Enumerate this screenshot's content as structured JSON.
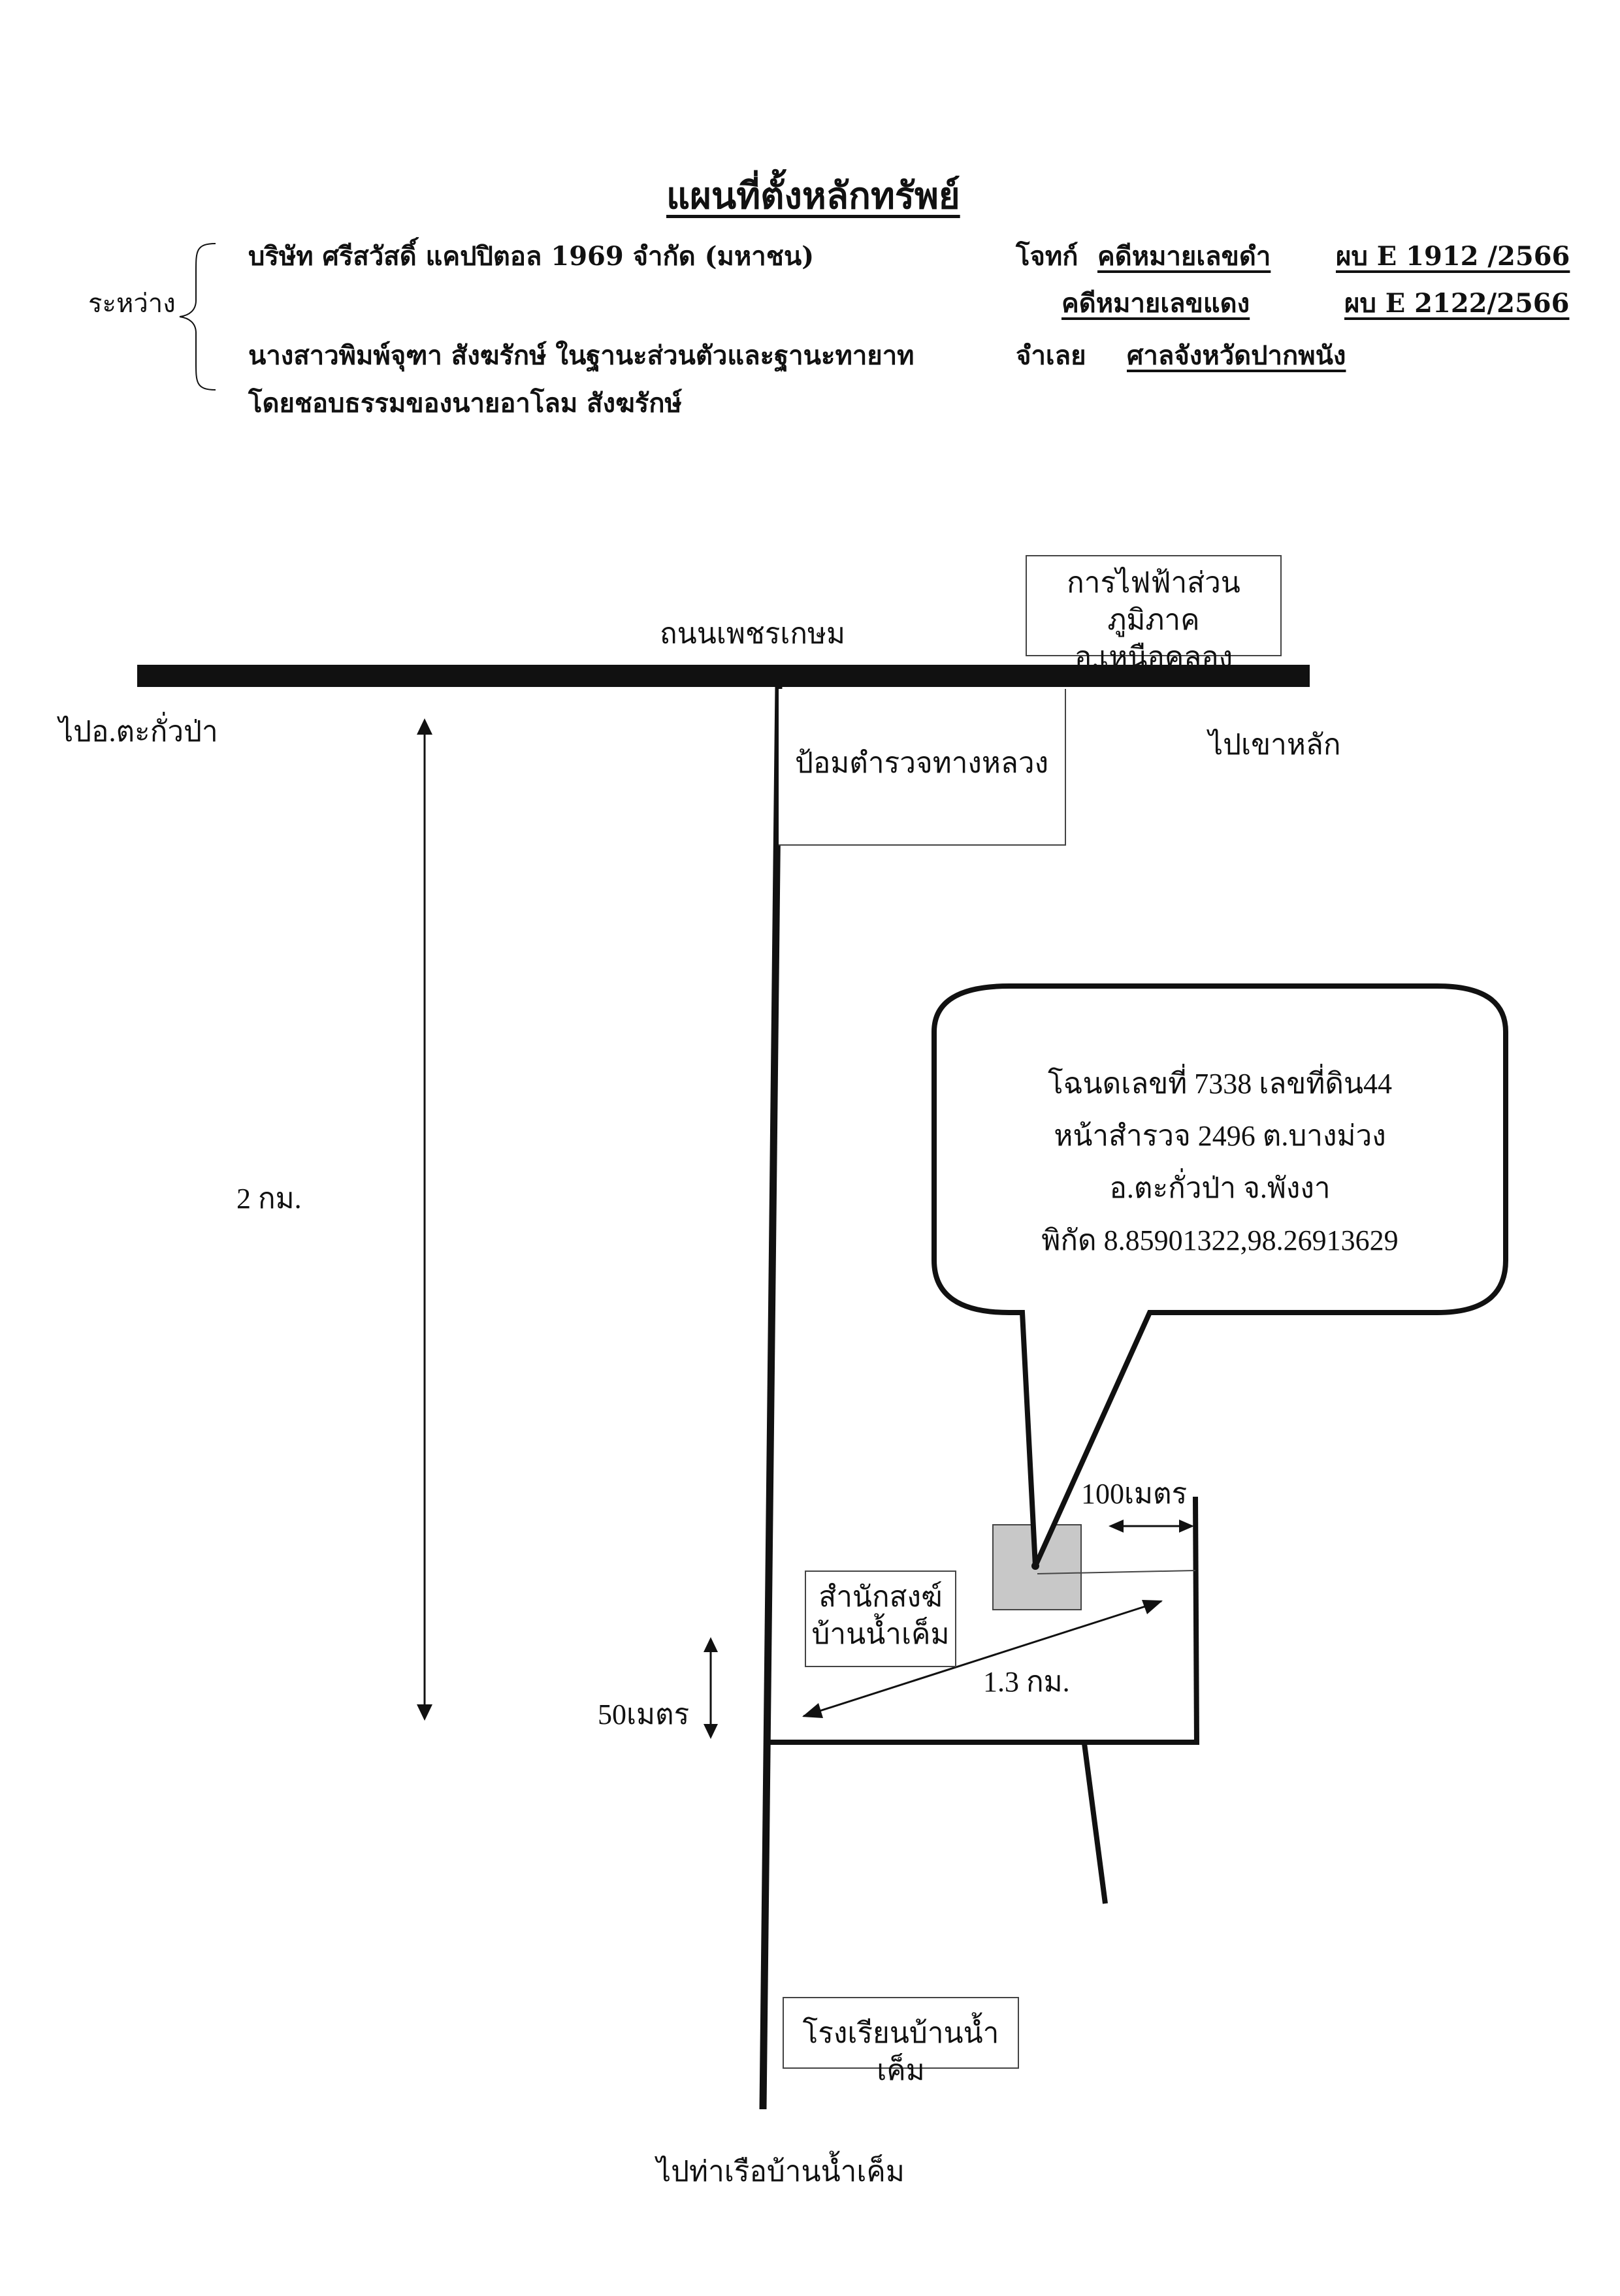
{
  "title": "แผนที่ตั้งหลักทรัพย์",
  "header": {
    "between_label": "ระหว่าง",
    "plaintiff": "บริษัท ศรีสวัสดิ์ แคปปิตอล 1969 จำกัด (มหาชน)",
    "plaintiff_role": "โจทก์",
    "black_case_label": "คดีหมายเลขดำ",
    "black_case_no": "ผบ E 1912 /2566",
    "red_case_label": "คดีหมายเลขแดง",
    "red_case_no": "ผบ E 2122/2566",
    "defendant_line1": "นางสาวพิมพ์จุฑา สังฆรักษ์ ในฐานะส่วนตัวและฐานะทายาท",
    "defendant_role": "จำเลย",
    "court": "ศาลจังหวัดปากพนัง",
    "defendant_line2": "โดยชอบธรรมของนายอาโลม สังฆรักษ์"
  },
  "map": {
    "main_road": "ถนนเพชรเกษม",
    "to_left": "ไปอ.ตะกั่วป่า",
    "to_right": "ไปเขาหลัก",
    "to_bottom": "ไปท่าเรือบ้านน้ำเค็ม",
    "electricity_office": [
      "การไฟฟ้าส่วนภูมิภาค",
      "อ.เหนือคลอง"
    ],
    "police_box": "ป้อมตำรวจทางหลวง",
    "temple": [
      "สำนักสงฆ์",
      "บ้านน้ำเค็ม"
    ],
    "school": "โรงเรียนบ้านน้ำเค็ม",
    "dist_2km": "2 กม.",
    "dist_50m": "50เมตร",
    "dist_100m": "100เมตร",
    "dist_1_3km": "1.3 กม."
  },
  "deed": {
    "line1": "โฉนดเลขที่ 7338 เลขที่ดิน44",
    "line2": "หน้าสำรวจ 2496 ต.บางม่วง",
    "line3": "อ.ตะกั่วป่า จ.พังงา",
    "line4": "พิกัด 8.85901322,98.26913629"
  },
  "colors": {
    "ink": "#111111",
    "plot_fill": "#c8c8c8",
    "box_border": "#444444"
  }
}
